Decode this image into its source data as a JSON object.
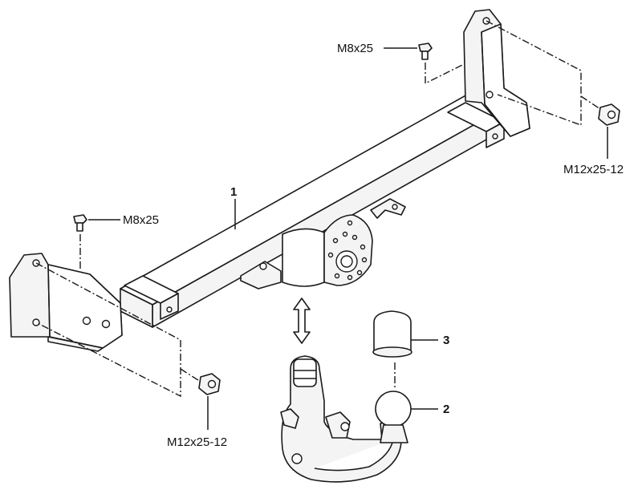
{
  "callouts": {
    "bolt_right": "M8x25",
    "bolt_left": "M8x25",
    "nut_right": "M12x25-12",
    "nut_left": "M12x25-12",
    "part_1": "1",
    "part_2": "2",
    "part_3": "3"
  }
}
